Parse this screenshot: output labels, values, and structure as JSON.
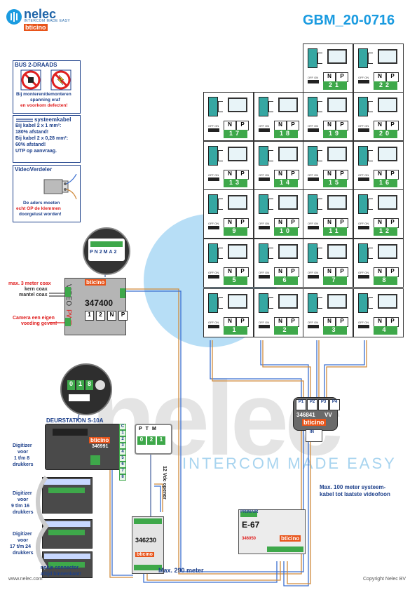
{
  "header": {
    "code": "GBM_20-0716",
    "logo_name": "nelec",
    "logo_tagline": "INTERCOM MADE EASY",
    "logo_brand": "bticino"
  },
  "notes": {
    "bus": {
      "title": "BUS 2-DRAADS",
      "line1": "Bij monteren/demonteren",
      "line2": "spanning eraf",
      "line3": "en voorkom defecten!"
    },
    "cable": {
      "title": "systeemkabel",
      "line1": "Bij kabel 2 x 1 mm²:",
      "line2": "180% afstand!",
      "line3": "Bij kabel 2 x 0,28 mm²:",
      "line4": "60% afstand!",
      "line5": "UTP op aanvraag."
    },
    "vv": {
      "title": "VideoVerdeler",
      "line1": "De aders moeten",
      "line2": "echt OP de klemmen",
      "line3": "doorgelust worden!"
    }
  },
  "devices": {
    "camera_module": {
      "code": "347400",
      "video_label": "VIDEO",
      "pwr_label": "PWR",
      "brand": "bticino",
      "terminals": [
        "1",
        "2",
        "N",
        "P"
      ],
      "zoom_terminals": [
        "P",
        "N",
        "2",
        "M",
        "A",
        "2"
      ]
    },
    "door_station": {
      "title": "DEURSTATION S-10A",
      "code": "346991",
      "brand": "bticino",
      "zoom_digits": [
        "0",
        "1",
        "8"
      ],
      "side_numbers": [
        "C",
        "1",
        "2",
        "3",
        "4",
        "5",
        "6",
        "7",
        "8"
      ]
    },
    "interface": {
      "code": "346230",
      "brand": "bticino",
      "zoom_labels": [
        "P",
        "T",
        "M"
      ],
      "zoom_digits": [
        "0",
        "2",
        "1"
      ]
    },
    "power_supply": {
      "label1": "PRIMAIR",
      "code": "E-67",
      "code2": "346050",
      "brand": "bticino"
    },
    "video_distributor": {
      "code": "346841",
      "type": "VV",
      "brand": "bticino",
      "ports": [
        "P1",
        "P2",
        "P3",
        "P4"
      ],
      "in_label": "IN"
    }
  },
  "callouts": {
    "max_coax": "max. 3 meter coax",
    "kern_coax": "kern coax",
    "mantel_coax": "mantel coax",
    "camera_power1": "Camera een eigen",
    "camera_power2": "voeding geven!",
    "digitizer1_1": "Digitizer",
    "digitizer1_2": "voor",
    "digitizer1_3": "1 t/m 8",
    "digitizer1_4": "drukkers",
    "digitizer2_1": "Digitizer",
    "digitizer2_2": "voor",
    "digitizer2_3": "9 t/m 16",
    "digitizer2_4": "drukkers",
    "digitizer3_1": "Digitizer",
    "digitizer3_2": "voor",
    "digitizer3_3": "17 t/m 24",
    "digitizer3_4": "drukkers",
    "nokje1": "nokje connector",
    "nokje2": "altijd binnenkant!",
    "opener": "12 Vdc opener",
    "max290": "Max. 290 meter",
    "max100_1": "Max. 100 meter systeem-",
    "max100_2": "kabel tot laatste videofoon"
  },
  "monitors": {
    "terminal_n": "N",
    "terminal_p": "P",
    "switch_label": "OFF ON",
    "numbers": [
      "21",
      "22",
      "17",
      "18",
      "19",
      "20",
      "13",
      "14",
      "15",
      "16",
      "9",
      "10",
      "11",
      "12",
      "5",
      "6",
      "7",
      "8",
      "1",
      "2",
      "3",
      "4"
    ]
  },
  "watermark": {
    "big": "nelec",
    "small": "INTERCOM MADE EASY"
  },
  "footer": {
    "left": "www.nelec.com",
    "right": "Copyright Nelec BV"
  },
  "colors": {
    "brand_blue": "#1a9be0",
    "dark_blue": "#1c3f8a",
    "warning_red": "#e02020",
    "bticino_orange": "#e8541a",
    "terminal_green": "#3ea84a",
    "monitor_teal": "#36a7a2"
  }
}
